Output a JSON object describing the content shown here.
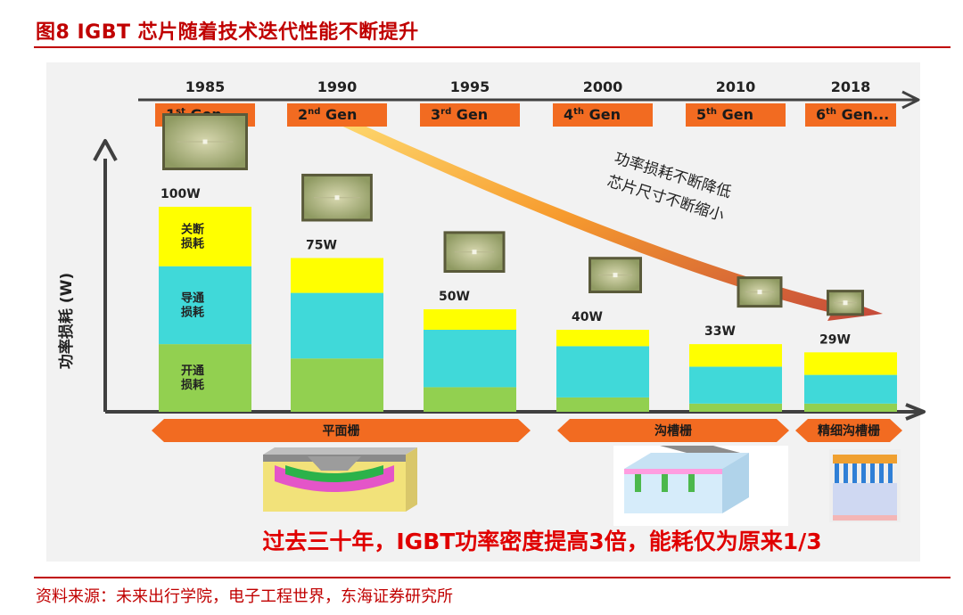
{
  "figure": {
    "title": "图8  IGBT 芯片随着技术迭代性能不断提升",
    "source": "资料来源：未来出行学院，电子工程世界，东海证券研究所"
  },
  "chart_data": {
    "type": "bar",
    "stacked": true,
    "ylabel": "功率损耗 (W)",
    "categories": [
      "1985",
      "1990",
      "1995",
      "2000",
      "2010",
      "2018"
    ],
    "generations": [
      "1st Gen",
      "2nd Gen",
      "3rd Gen",
      "4th Gen",
      "5th Gen",
      "6th Gen..."
    ],
    "gen_parts": [
      {
        "num": "1",
        "sup": "st",
        "rest": " Gen"
      },
      {
        "num": "2",
        "sup": "nd",
        "rest": " Gen"
      },
      {
        "num": "3",
        "sup": "rd",
        "rest": " Gen"
      },
      {
        "num": "4",
        "sup": "th",
        "rest": " Gen"
      },
      {
        "num": "5",
        "sup": "th",
        "rest": " Gen"
      },
      {
        "num": "6",
        "sup": "th",
        "rest": " Gen..."
      }
    ],
    "totals": [
      100,
      75,
      50,
      40,
      33,
      29
    ],
    "total_labels": [
      "100W",
      "75W",
      "50W",
      "40W",
      "33W",
      "29W"
    ],
    "series": [
      {
        "name": "开通损耗",
        "color": "#92d050",
        "values": [
          33,
          26,
          12,
          7,
          4,
          4
        ]
      },
      {
        "name": "导通损耗",
        "color": "#40d9d9",
        "values": [
          38,
          32,
          28,
          25,
          18,
          14
        ]
      },
      {
        "name": "关断损耗",
        "color": "#ffff00",
        "values": [
          29,
          17,
          10,
          8,
          11,
          11
        ]
      }
    ],
    "segment_labels": [
      "开通损耗",
      "导通损耗",
      "关断损耗"
    ],
    "trend_annotation": [
      "功率损耗不断降低",
      "芯片尺寸不断缩小"
    ],
    "chip_size_relative": [
      1.0,
      0.82,
      0.7,
      0.6,
      0.5,
      0.4
    ],
    "technologies": [
      {
        "name": "平面栅",
        "from": 0,
        "to": 2
      },
      {
        "name": "沟槽栅",
        "from": 3,
        "to": 4
      },
      {
        "name": "精细沟槽栅",
        "from": 5,
        "to": 5
      }
    ],
    "conclusion": "过去三十年，IGBT功率密度提高3倍，能耗仅为原来1/3",
    "colors": {
      "gen_box": "#f26b21",
      "axis": "#404040",
      "trend_arrow": "#d63a00",
      "tech_arrow": "#f26b21",
      "conclusion": "#e00000"
    },
    "ylim": [
      0,
      100
    ],
    "legend": "none",
    "grid": false
  }
}
